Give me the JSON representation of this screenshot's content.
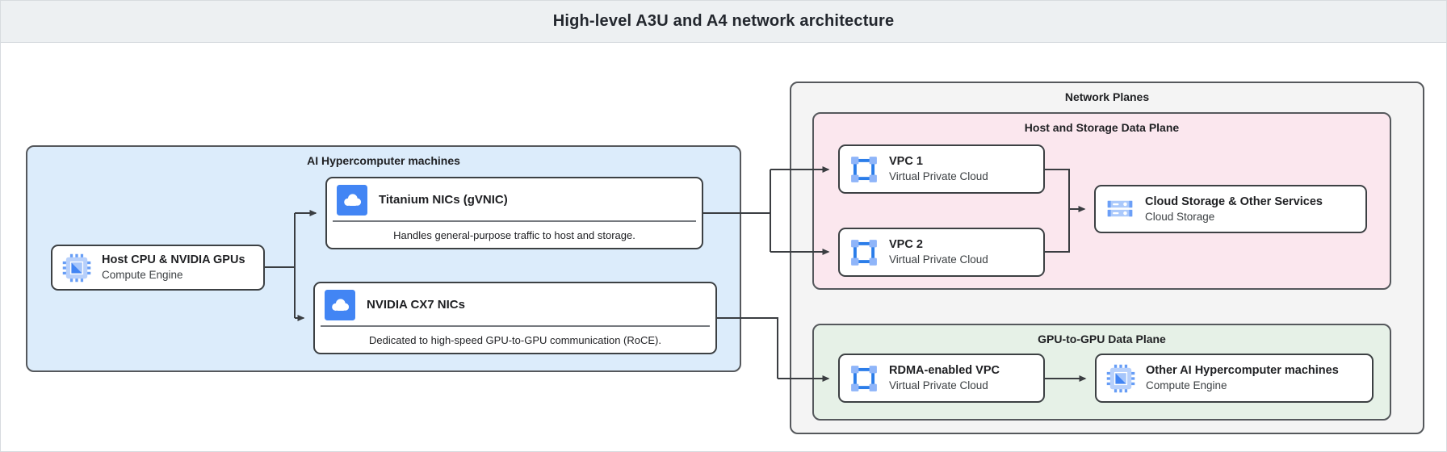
{
  "page": {
    "title": "High-level A3U and A4 network architecture"
  },
  "groups": {
    "ai_machines": {
      "label": "AI Hypercomputer machines"
    },
    "network_planes": {
      "label": "Network Planes"
    },
    "host_storage_plane": {
      "label": "Host and Storage Data Plane"
    },
    "gpu_plane": {
      "label": "GPU-to-GPU Data Plane"
    }
  },
  "nodes": {
    "host_cpu": {
      "title": "Host CPU & NVIDIA GPUs",
      "subtitle": "Compute Engine",
      "icon": "compute-engine-icon"
    },
    "titanium": {
      "title": "Titanium NICs (gVNIC)",
      "description": "Handles general-purpose traffic to host and storage.",
      "icon": "cloud-icon"
    },
    "cx7": {
      "title": "NVIDIA CX7 NICs",
      "description": "Dedicated to high-speed GPU-to-GPU communication (RoCE).",
      "icon": "cloud-icon"
    },
    "vpc1": {
      "title": "VPC 1",
      "subtitle": "Virtual Private Cloud",
      "icon": "vpc-icon"
    },
    "vpc2": {
      "title": "VPC 2",
      "subtitle": "Virtual Private Cloud",
      "icon": "vpc-icon"
    },
    "cloud_storage": {
      "title": "Cloud Storage & Other Services",
      "subtitle": "Cloud Storage",
      "icon": "cloud-storage-icon"
    },
    "rdma_vpc": {
      "title": "RDMA-enabled VPC",
      "subtitle": "Virtual Private Cloud",
      "icon": "vpc-icon"
    },
    "other_ai": {
      "title": "Other AI Hypercomputer machines",
      "subtitle": "Compute Engine",
      "icon": "compute-engine-icon"
    }
  },
  "edges": [
    {
      "from": "host_cpu",
      "to": "titanium"
    },
    {
      "from": "host_cpu",
      "to": "cx7"
    },
    {
      "from": "titanium",
      "to": "vpc1"
    },
    {
      "from": "titanium",
      "to": "vpc2"
    },
    {
      "from": "cx7",
      "to": "rdma_vpc"
    },
    {
      "from": "vpc1",
      "to": "cloud_storage"
    },
    {
      "from": "vpc2",
      "to": "cloud_storage"
    },
    {
      "from": "rdma_vpc",
      "to": "other_ai"
    }
  ],
  "colors": {
    "accent_blue": "#4285f4",
    "icon_blue_light": "#8ab4f8",
    "box_blue": "#dcecfb",
    "box_pink": "#fbe7ee",
    "box_green": "#e6f1e7",
    "box_gray": "#f4f4f4",
    "header_bg": "#edf0f2",
    "line": "#3a3d41",
    "node_border": "#3c4043",
    "group_border": "#55585c",
    "text_primary": "#202124",
    "text_secondary": "#3c4043"
  }
}
